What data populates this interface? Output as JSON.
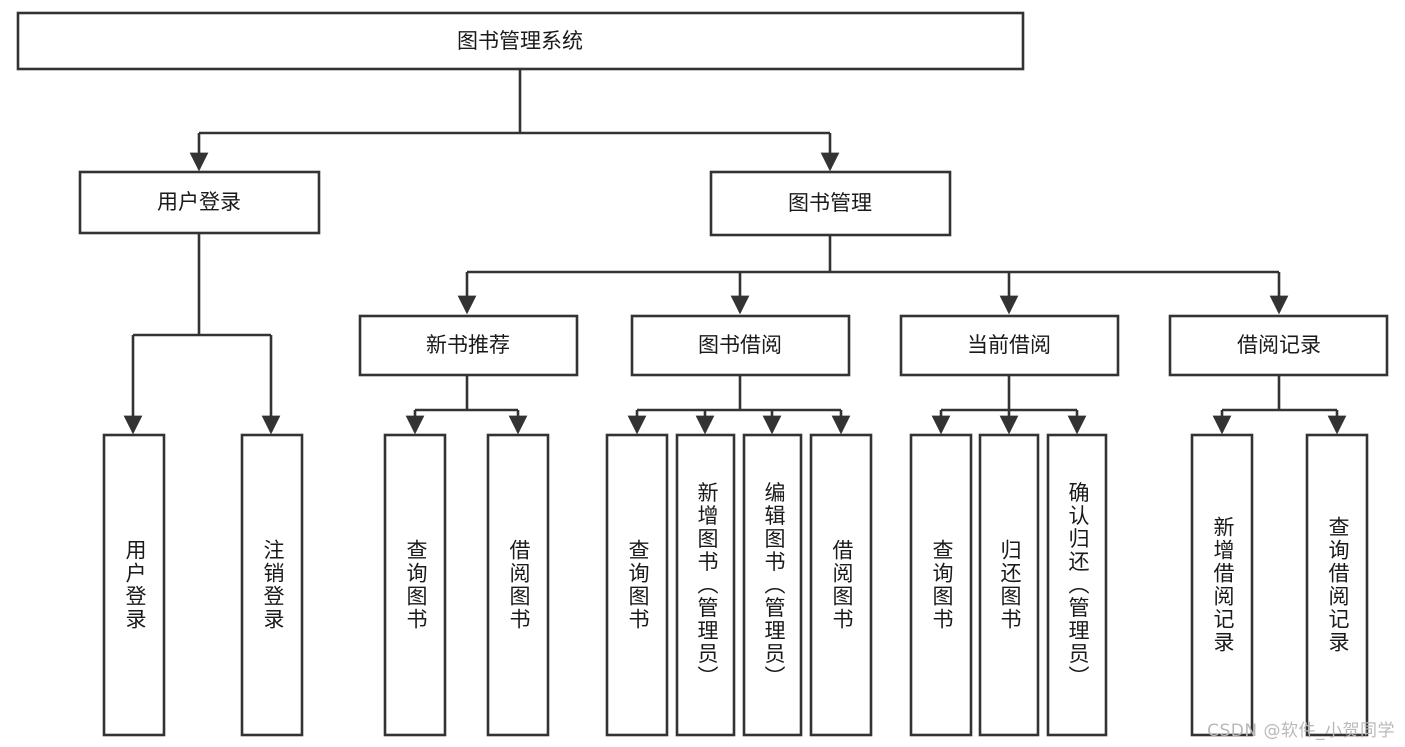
{
  "diagram": {
    "title": "图书管理系统",
    "watermark": "CSDN @软件_小贺同学",
    "type": "tree",
    "orientation": "top-down",
    "nodes": {
      "root": {
        "label": "图书管理系统"
      },
      "login": {
        "label": "用户登录"
      },
      "book_manage": {
        "label": "图书管理"
      },
      "new_book": {
        "label": "新书推荐"
      },
      "borrow": {
        "label": "图书借阅"
      },
      "current": {
        "label": "当前借阅"
      },
      "record": {
        "label": "借阅记录"
      },
      "leaf_login_1": {
        "label": "用户登录"
      },
      "leaf_login_2": {
        "label": "注销登录"
      },
      "leaf_new_1": {
        "label": "查询图书"
      },
      "leaf_new_2": {
        "label": "借阅图书"
      },
      "leaf_borrow_1": {
        "label": "查询图书"
      },
      "leaf_borrow_2": {
        "label": "新增图书（管理员）"
      },
      "leaf_borrow_3": {
        "label": "编辑图书（管理员）"
      },
      "leaf_borrow_4": {
        "label": "借阅图书"
      },
      "leaf_cur_1": {
        "label": "查询图书"
      },
      "leaf_cur_2": {
        "label": "归还图书"
      },
      "leaf_cur_3": {
        "label": "确认归还（管理员）"
      },
      "leaf_rec_1": {
        "label": "新增借阅记录"
      },
      "leaf_rec_2": {
        "label": "查询借阅记录"
      }
    },
    "colors": {
      "node_fill": "#ffffff",
      "node_stroke": "#333333",
      "edge": "#333333",
      "text": "#1a1a1a",
      "background": "#ffffff",
      "watermark": "#b9b9b9"
    }
  }
}
